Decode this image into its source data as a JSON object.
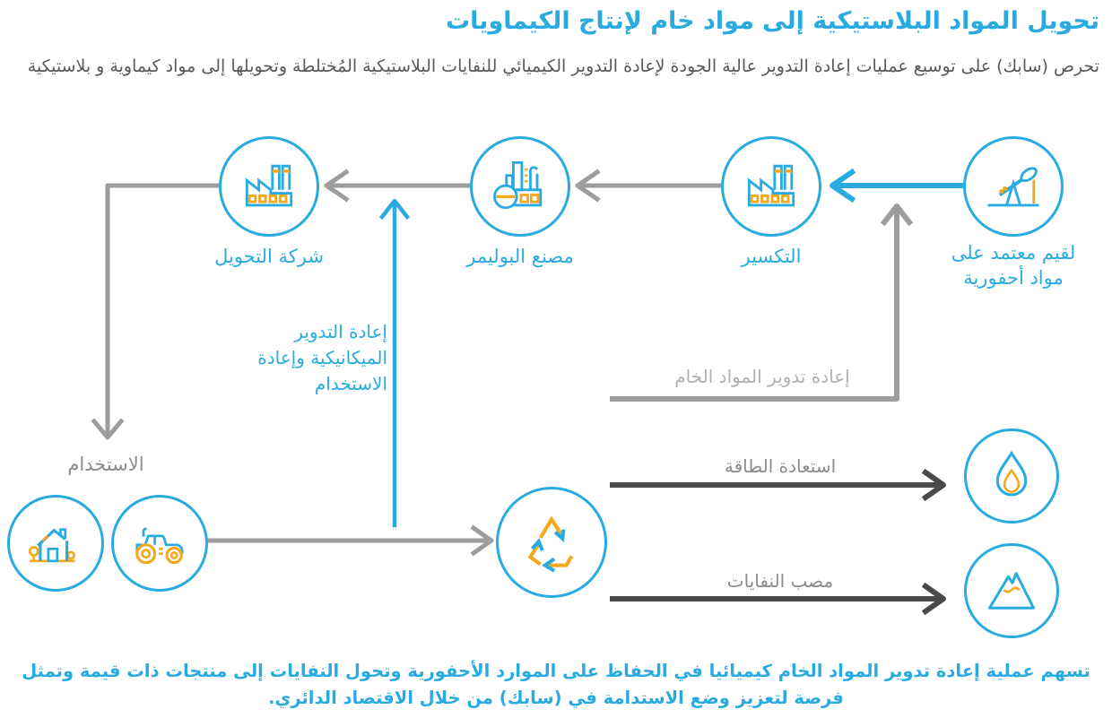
{
  "header": {
    "title": "تحويل المواد البلاستيكية إلى مواد خام لإنتاج الكيماويات",
    "subtitle": "تحرص (سابك) على توسيع عمليات إعادة التدوير عالية الجودة لإعادة التدوير الكيميائي للنفايات البلاستيكية المُختلطة وتحويلها إلى مواد كيماوية و بلاستيكية"
  },
  "nodes": {
    "fossil_feedstock": {
      "label": "لقيم معتمد على مواد أحفورية",
      "icon": "oil-pumpjack-icon"
    },
    "cracking": {
      "label": "التكسير",
      "icon": "factory-icon"
    },
    "polymer_plant": {
      "label": "مصنع البوليمر",
      "icon": "refinery-icon"
    },
    "conversion_company": {
      "label": "شركة التحويل",
      "icon": "factory-icon"
    },
    "use": {
      "label": "الاستخدام",
      "icons": [
        "house-icon",
        "tractor-icon"
      ]
    },
    "recycling_loop": {
      "icon": "recycle-icon"
    },
    "energy_recovery": {
      "label": "استعادة الطاقة",
      "icon": "flame-icon"
    },
    "landfill": {
      "label": "مصب النفايات",
      "icon": "mountain-icon"
    }
  },
  "flows": {
    "mechanical_recycling_label": "إعادة التدوير الميكانيكية وإعادة الاستخدام",
    "feedstock_recycling_label": "إعادة تدوير المواد الخام"
  },
  "footer": {
    "text": "تسهم عملية إعادة تدوير المواد الخام كيميائيا في الحفاظ على الموارد الأحفورية وتحول النفايات إلى منتجات ذات قيمة وتمثل فرصة لتعزيز وضع الاستدامة في (سابك) من خلال الاقتصاد الدائري."
  },
  "colors": {
    "blue": "#29ABE2",
    "yellow": "#F5A81C",
    "gray_arrow": "#9D9D9C",
    "dark_arrow": "#4A4A49",
    "gray_text": "#8C8C8E",
    "pale_gray_text": "#B1B1B4",
    "body_text": "#58595B"
  }
}
